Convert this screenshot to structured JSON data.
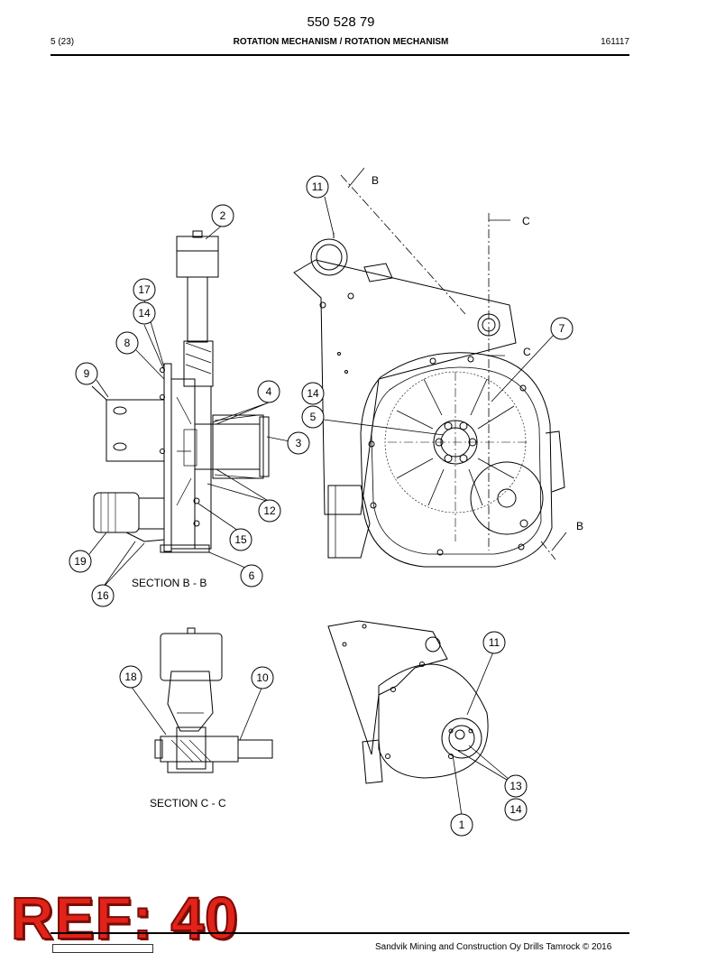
{
  "header": {
    "doc_number": "550 528 79",
    "page_ref": "5 (23)",
    "title": "ROTATION MECHANISM / ROTATION MECHANISM",
    "date": "161117"
  },
  "drawing": {
    "sections": {
      "bb": "SECTION  B - B",
      "cc": "SECTION  C - C"
    },
    "cut_marks": [
      "B",
      "C",
      "C",
      "B"
    ],
    "balloons": [
      "11",
      "2",
      "17",
      "14",
      "8",
      "9",
      "4",
      "14",
      "5",
      "3",
      "7",
      "12",
      "15",
      "19",
      "6",
      "16",
      "18",
      "10",
      "11",
      "13",
      "14",
      "1"
    ]
  },
  "stamp": {
    "ref": "REF: 40"
  },
  "footer": {
    "copyright": "Sandvik Mining and Construction Oy Drills Tamrock © 2016"
  }
}
